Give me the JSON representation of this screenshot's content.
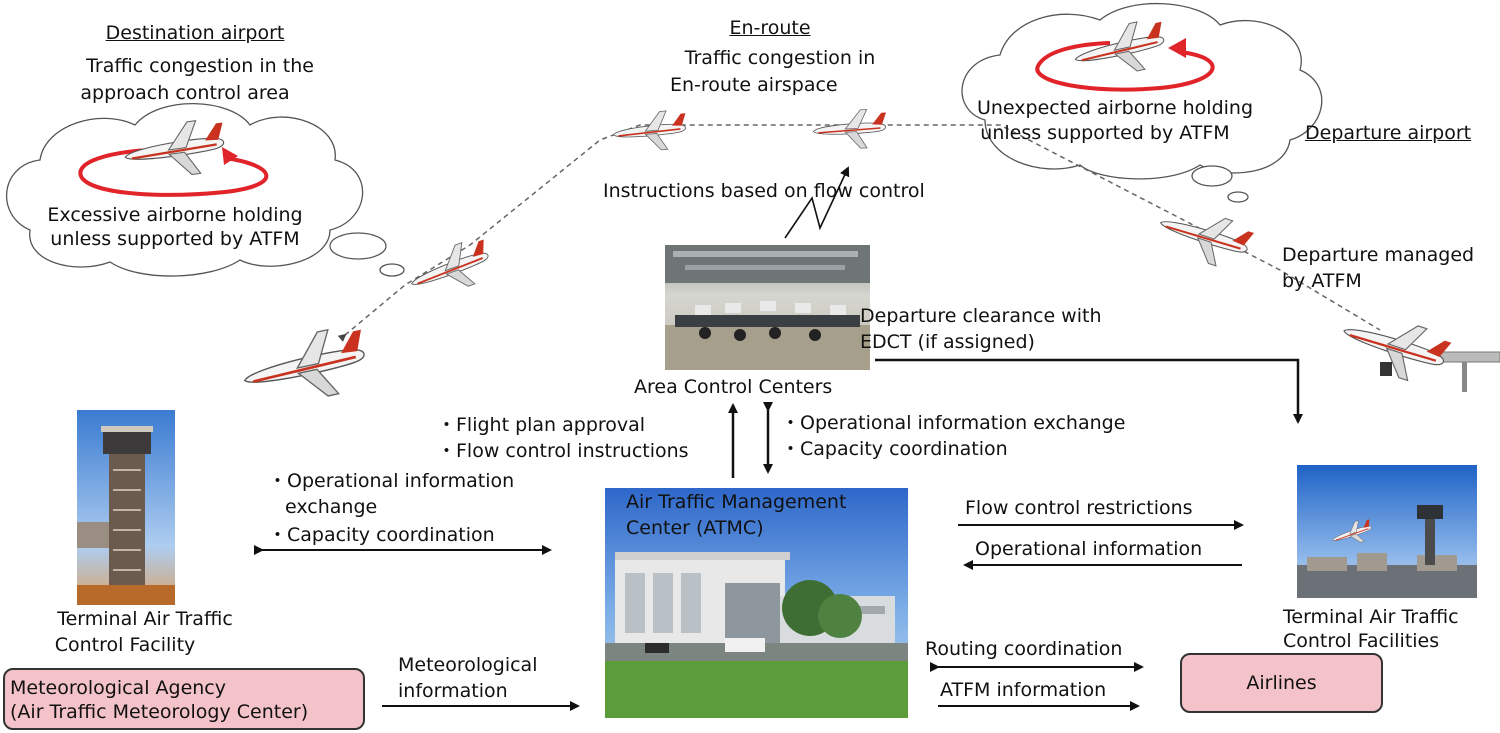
{
  "destination": {
    "heading": "Destination airport",
    "line1": "Traffic congestion in the",
    "line2": "approach control area",
    "holding1": "Excessive airborne holding",
    "holding2": "unless supported by ATFM"
  },
  "enroute": {
    "heading": "En-route",
    "line1": "Traffic congestion in",
    "line2": "En-route airspace",
    "instructions": "Instructions based on flow control"
  },
  "departure": {
    "heading": "Departure airport",
    "holding1": "Unexpected airborne holding",
    "holding2": "unless supported by ATFM",
    "managed1": "Departure managed",
    "managed2": "by ATFM"
  },
  "acc": {
    "label": "Area Control Centers",
    "clearance1": "Departure clearance with",
    "clearance2": "EDCT (if assigned)",
    "left1": "・Flight plan approval",
    "left2": "・Flow control instructions",
    "right1": "・Operational information exchange",
    "right2": "・Capacity coordination"
  },
  "tatcf": {
    "label1": "Terminal Air Traffic",
    "label2": "Control Facility",
    "info1": "・Operational information",
    "info2": "exchange",
    "info3": "・Capacity coordination"
  },
  "atmc": {
    "label1": "Air Traffic Management",
    "label2": "Center (ATMC)"
  },
  "tatcfs": {
    "label1": "Terminal Air Traffic",
    "label2": "Control Facilities",
    "flow": "Flow control restrictions",
    "opinfo": "Operational information"
  },
  "met": {
    "box1": "Meteorological Agency",
    "box2": "(Air Traffic Meteorology Center)",
    "info1": "Meteorological",
    "info2": "information"
  },
  "airlines": {
    "box": "Airlines",
    "routing": "Routing coordination",
    "atfm": "ATFM information"
  },
  "colors": {
    "holding_ring": "#e0242a",
    "box_fill": "#f4c3c9",
    "plane_stripe": "#c8321e"
  }
}
